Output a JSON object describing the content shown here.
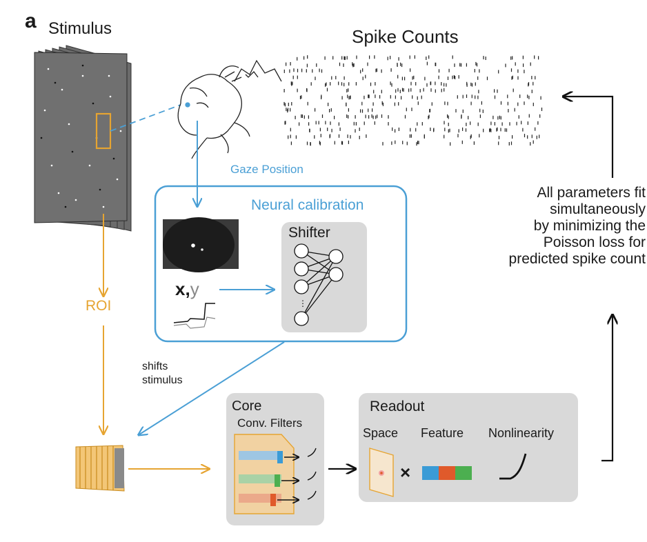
{
  "panel_label": "a",
  "stimulus": {
    "title": "Stimulus"
  },
  "spike_counts": {
    "title": "Spike Counts"
  },
  "gaze": {
    "label": "Gaze Position"
  },
  "calibration": {
    "title": "Neural calibration",
    "xy_label_x": "x,",
    "xy_label_y": "y",
    "shifter_label": "Shifter"
  },
  "roi": {
    "label": "ROI"
  },
  "shift": {
    "line1": "shifts",
    "line2": "stimulus"
  },
  "core": {
    "title": "Core",
    "subtitle": "Conv. Filters"
  },
  "readout": {
    "title": "Readout",
    "space": "Space",
    "feature": "Feature",
    "nonlinearity": "Nonlinearity",
    "times": "×"
  },
  "fit_note": {
    "lines": [
      "All parameters fit",
      "simultaneously",
      "by minimizing the",
      "Poisson loss for",
      "predicted spike count"
    ]
  },
  "colors": {
    "blue": "#4a9fd5",
    "orange": "#e6a431",
    "grey_box": "#d9d9d9",
    "feat_blue": "#3a9bd6",
    "feat_red": "#e05a2b",
    "feat_green": "#4caf50"
  }
}
